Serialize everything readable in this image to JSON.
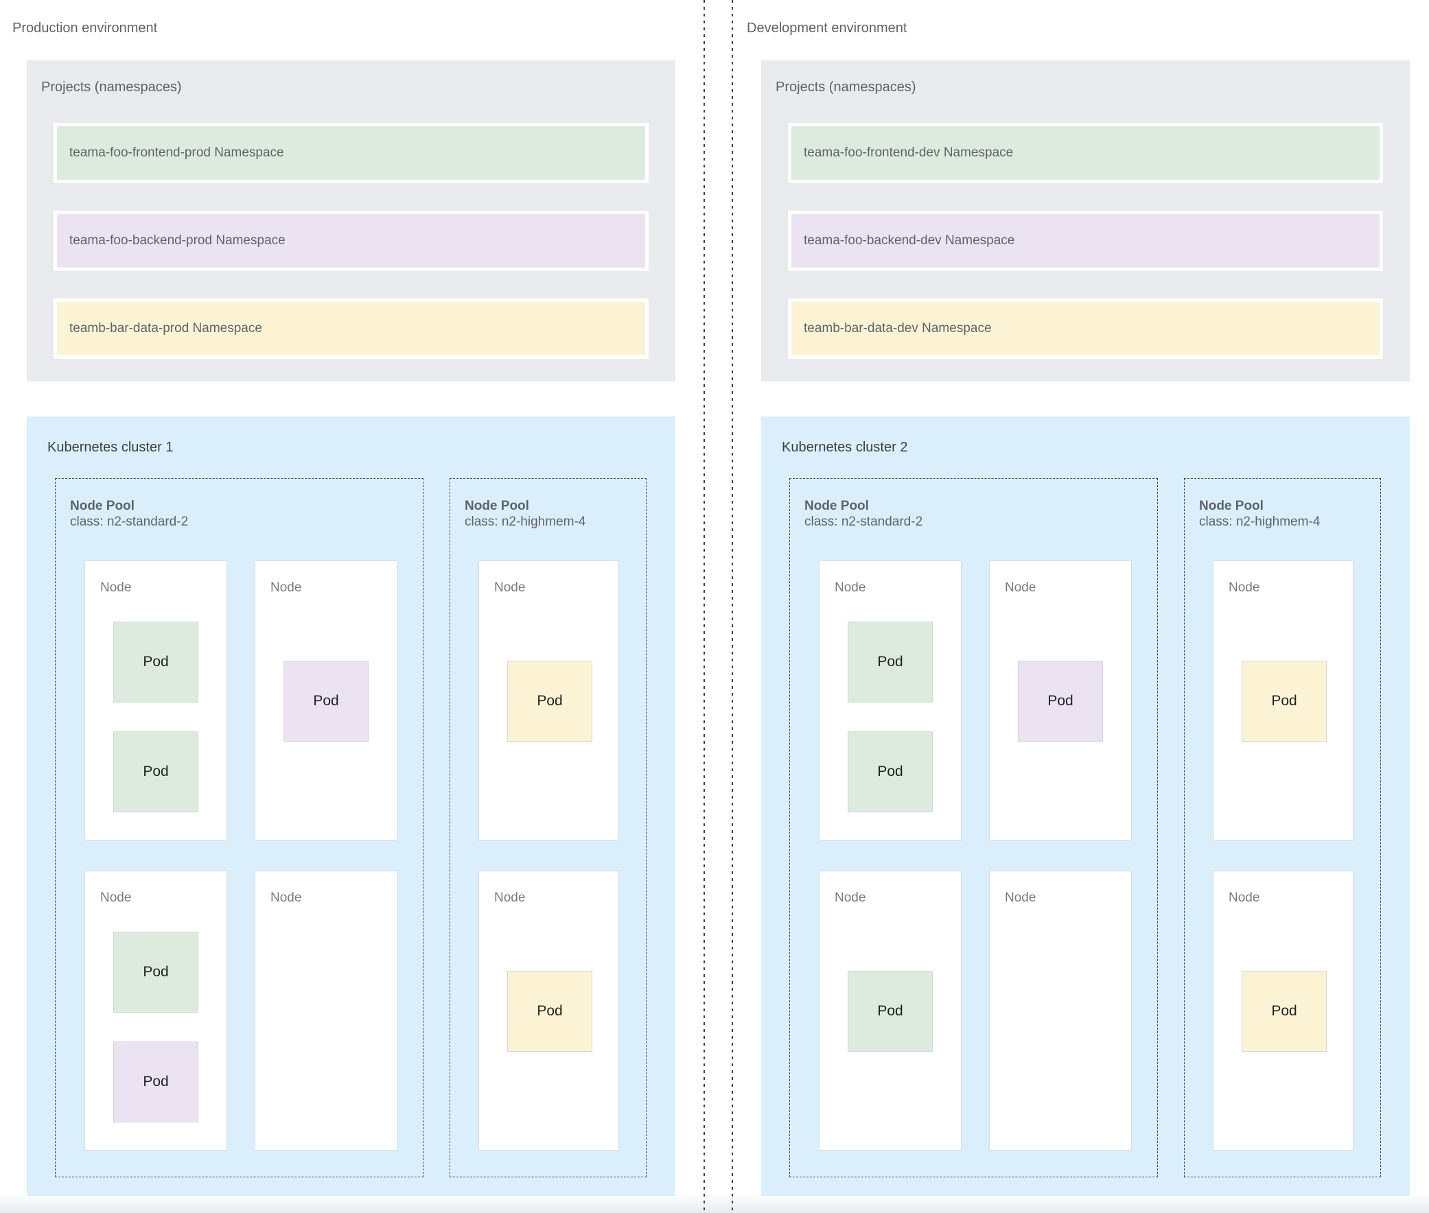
{
  "labels": {
    "node": "Node",
    "pod": "Pod"
  },
  "colors": {
    "frontend": "#dcebdd",
    "backend": "#ebe3f2",
    "data": "#fcf3d4",
    "panel-bg": "#e8eaed",
    "cluster-bg": "#daeffb"
  },
  "environments": [
    {
      "title": "Production environment",
      "projects": {
        "title": "Projects (namespaces)",
        "namespaces": [
          {
            "label": "teama-foo-frontend-prod Namespace",
            "color": "#dcebdd"
          },
          {
            "label": "teama-foo-backend-prod Namespace",
            "color": "#ebe3f2"
          },
          {
            "label": "teamb-bar-data-prod Namespace",
            "color": "#fcf3d4"
          }
        ]
      },
      "cluster": {
        "title": "Kubernetes cluster 1",
        "node_pools": [
          {
            "title": "Node Pool",
            "class_line": "class: n2-standard-2",
            "nodes": [
              {
                "pods": [
                  "frontend",
                  "frontend"
                ]
              },
              {
                "pods": [
                  "backend"
                ]
              },
              {
                "pods": [
                  "frontend",
                  "backend"
                ]
              },
              {
                "pods": []
              }
            ]
          },
          {
            "title": "Node Pool",
            "class_line": "class: n2-highmem-4",
            "nodes": [
              {
                "pods": [
                  "data"
                ]
              },
              {
                "pods": [
                  "data"
                ]
              }
            ]
          }
        ]
      }
    },
    {
      "title": "Development environment",
      "projects": {
        "title": "Projects (namespaces)",
        "namespaces": [
          {
            "label": "teama-foo-frontend-dev Namespace",
            "color": "#dcebdd"
          },
          {
            "label": "teama-foo-backend-dev Namespace",
            "color": "#ebe3f2"
          },
          {
            "label": "teamb-bar-data-dev Namespace",
            "color": "#fcf3d4"
          }
        ]
      },
      "cluster": {
        "title": "Kubernetes cluster 2",
        "node_pools": [
          {
            "title": "Node Pool",
            "class_line": "class: n2-standard-2",
            "nodes": [
              {
                "pods": [
                  "frontend",
                  "frontend"
                ]
              },
              {
                "pods": [
                  "backend"
                ]
              },
              {
                "pods": [
                  "frontend"
                ]
              },
              {
                "pods": []
              }
            ]
          },
          {
            "title": "Node Pool",
            "class_line": "class: n2-highmem-4",
            "nodes": [
              {
                "pods": [
                  "data"
                ]
              },
              {
                "pods": [
                  "data"
                ]
              }
            ]
          }
        ]
      }
    }
  ]
}
